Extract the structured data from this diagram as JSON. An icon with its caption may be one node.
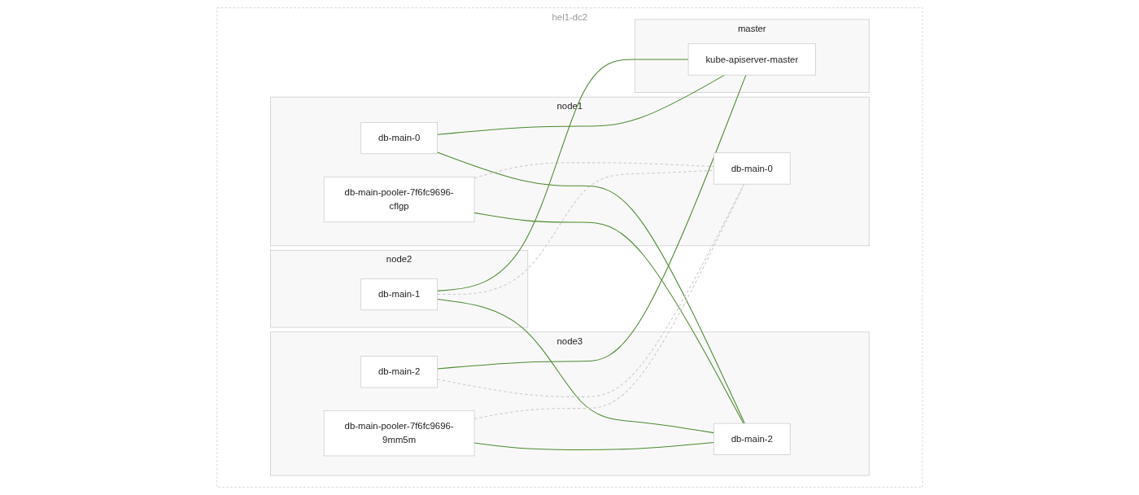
{
  "diagram": {
    "nodes": [
      {
        "text": [
          "hel1-dc2"
        ]
      },
      {
        "text": [
          "master"
        ],
        "in": 0
      },
      {
        "text": [
          "kube-apiserver-master"
        ],
        "in": 1
      },
      {
        "text": [
          "node1"
        ],
        "in": 0
      },
      {
        "text": [
          "db-main-0"
        ],
        "in": 3
      },
      {
        "text": [
          "db-main-pooler-7f6fc9696-cflgp"
        ],
        "in": 3
      },
      {
        "text": [
          "db-main-0"
        ],
        "in": 3
      },
      {
        "text": [
          "node2"
        ],
        "in": 0
      },
      {
        "text": [
          "db-main-1"
        ],
        "in": 7
      },
      {
        "text": [
          "node3"
        ],
        "in": 0
      },
      {
        "text": [
          "db-main-2"
        ],
        "in": 9
      },
      {
        "text": [
          "db-main-pooler-7f6fc9696-9mm5m"
        ],
        "in": 9
      },
      {
        "text": [
          "db-main-2"
        ],
        "in": 9
      }
    ],
    "edges": [
      {
        "from": 4,
        "to": 2,
        "arrow": "none"
      },
      {
        "from": 4,
        "to": 12,
        "arrow": "none"
      },
      {
        "from": 5,
        "to": 6,
        "arrow": "none",
        "style": "dashed",
        "color": "#cccccc"
      },
      {
        "from": 5,
        "to": 12,
        "arrow": "none"
      },
      {
        "from": 8,
        "to": 2,
        "arrow": "none"
      },
      {
        "from": 8,
        "to": 6,
        "arrow": "none",
        "style": "dashed",
        "color": "#cccccc"
      },
      {
        "from": 8,
        "to": 12,
        "arrow": "none"
      },
      {
        "from": 10,
        "to": 2,
        "arrow": "none"
      },
      {
        "from": 10,
        "to": 6,
        "arrow": "none",
        "style": "dashed",
        "color": "#cccccc"
      },
      {
        "from": 11,
        "to": 6,
        "arrow": "none",
        "style": "dashed",
        "color": "#cccccc"
      },
      {
        "from": 11,
        "to": 12,
        "arrow": "none"
      }
    ]
  }
}
